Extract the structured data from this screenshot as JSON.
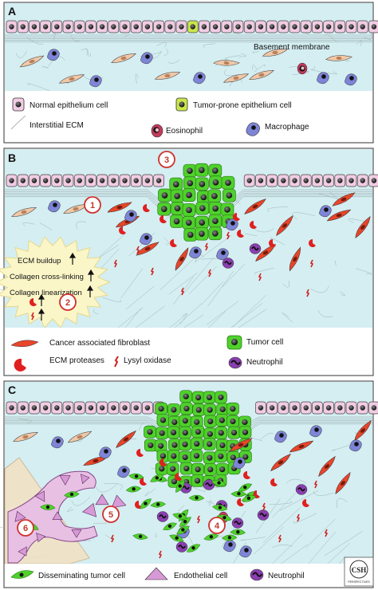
{
  "panels": {
    "a": {
      "letter": "A"
    },
    "b": {
      "letter": "B"
    },
    "c": {
      "letter": "C"
    }
  },
  "labels": {
    "basement_membrane": "Basement membrane",
    "ecm_buildup": "ECM buildup",
    "collagen_crosslinking": "Collagen cross-linking",
    "collagen_linearization": "Collagen linearization"
  },
  "markers": [
    "1",
    "2",
    "3",
    "4",
    "5",
    "6"
  ],
  "legend_a": {
    "normal_epithelium": "Normal epithelium cell",
    "tumor_prone": "Tumor-prone epithelium cell",
    "interstitial_ecm": "Interstitial ECM",
    "eosinophil": "Eosinophil",
    "macrophage": "Macrophage"
  },
  "legend_b": {
    "caf": "Cancer associated fibroblast",
    "tumor_cell": "Tumor cell",
    "ecm_proteases": "ECM proteases",
    "lysyl_oxidase": "Lysyl oxidase",
    "neutrophil": "Neutrophil"
  },
  "legend_c": {
    "disseminating": "Disseminating tumor cell",
    "endothelial": "Endothelial cell",
    "neutrophil": "Neutrophil"
  },
  "logo": {
    "text": "CSH PERSPECTIVES"
  },
  "colors": {
    "stroma": "#d4eef2",
    "epithelium": "#f1cce3",
    "tumor_prone": "#c9e64a",
    "fibroblast": "#f0c8a8",
    "caf": "#e8452a",
    "tumor": "#4fd12c",
    "macrophage": "#7e84d6",
    "neutrophil": "#8a3fb0",
    "eosinophil": "#c23a5a",
    "endothelial": "#d79ad6",
    "highlight": "#fbf6c8",
    "marker": "#d0312d"
  }
}
